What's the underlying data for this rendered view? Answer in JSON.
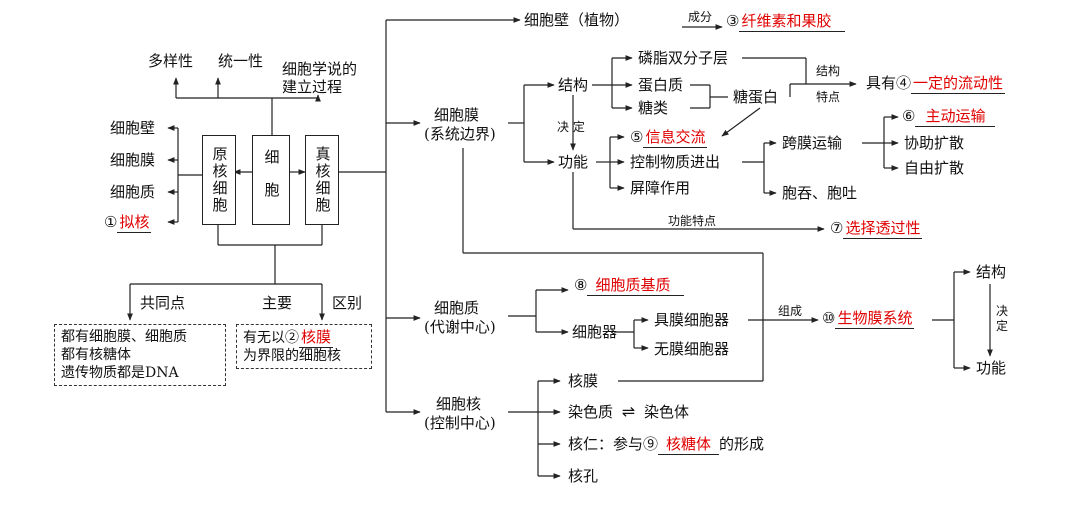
{
  "nodes": {
    "diversity": "多样性",
    "unity": "统一性",
    "cell_theory_1": "细胞学说的",
    "cell_theory_2": "建立过程",
    "prok": "原核细胞",
    "cell": "细胞",
    "euk": "真核细胞",
    "left_items": [
      "细胞壁",
      "细胞膜",
      "细胞质"
    ],
    "left_4_num": "①",
    "left_4_answer": "拟核",
    "common_points": "共同点",
    "main_label": "主要",
    "diff_label": "区别",
    "common_box": [
      "都有细胞膜、细胞质",
      "都有核糖体",
      "遗传物质都是DNA"
    ],
    "diff_box_1": "有无以",
    "diff_box_num": "②",
    "diff_box_answer": "核膜",
    "diff_box_2": "为界限的细胞核",
    "cell_wall": "细胞壁（植物）",
    "composition": "成分",
    "ans3_num": "③",
    "ans3": "纤维素和果胶",
    "membrane_1": "细胞膜",
    "membrane_2": "(系统边界)",
    "structure": "结构",
    "phospholipid": "磷脂双分子层",
    "protein": "蛋白质",
    "sugar": "糖类",
    "glycoprotein": "糖蛋白",
    "struct_feature_1": "结构",
    "struct_feature_2": "特点",
    "has": "具有",
    "ans4_num": "④",
    "ans4": "一定的流动性",
    "determine": "决 定",
    "ans5_num": "⑤",
    "ans5": "信息交流",
    "function": "功能",
    "control": "控制物质进出",
    "barrier": "屏障作用",
    "transmembrane": "跨膜运输",
    "ans6_num": "⑥",
    "ans6": "主动运输",
    "facilitated": "协助扩散",
    "free_diffusion": "自由扩散",
    "endo_exo": "胞吞、胞吐",
    "func_feature": "功能特点",
    "ans7_num": "⑦",
    "ans7": "选择透过性",
    "cytoplasm_1": "细胞质",
    "cytoplasm_2": "(代谢中心)",
    "ans8_num": "⑧",
    "ans8": "细胞质基质",
    "organelle": "细胞器",
    "membranous": "具膜细胞器",
    "non_membranous": "无膜细胞器",
    "compose": "组成",
    "ans10_num": "⑩",
    "ans10": "生物膜系统",
    "r_structure": "结构",
    "r_determine": "决定",
    "r_function": "功能",
    "nucleus_1": "细胞核",
    "nucleus_2": "(控制中心)",
    "nuclear_membrane": "核膜",
    "chromatin": "染色质",
    "equilibrium": "⇌",
    "chromosome": "染色体",
    "nucleolus_pre": "核仁：参与",
    "ans9_num": "⑨",
    "ans9": "核糖体",
    "nucleolus_post": "的形成",
    "nuclear_pore": "核孔"
  },
  "colors": {
    "answer": "#e00000",
    "line": "#222222"
  }
}
